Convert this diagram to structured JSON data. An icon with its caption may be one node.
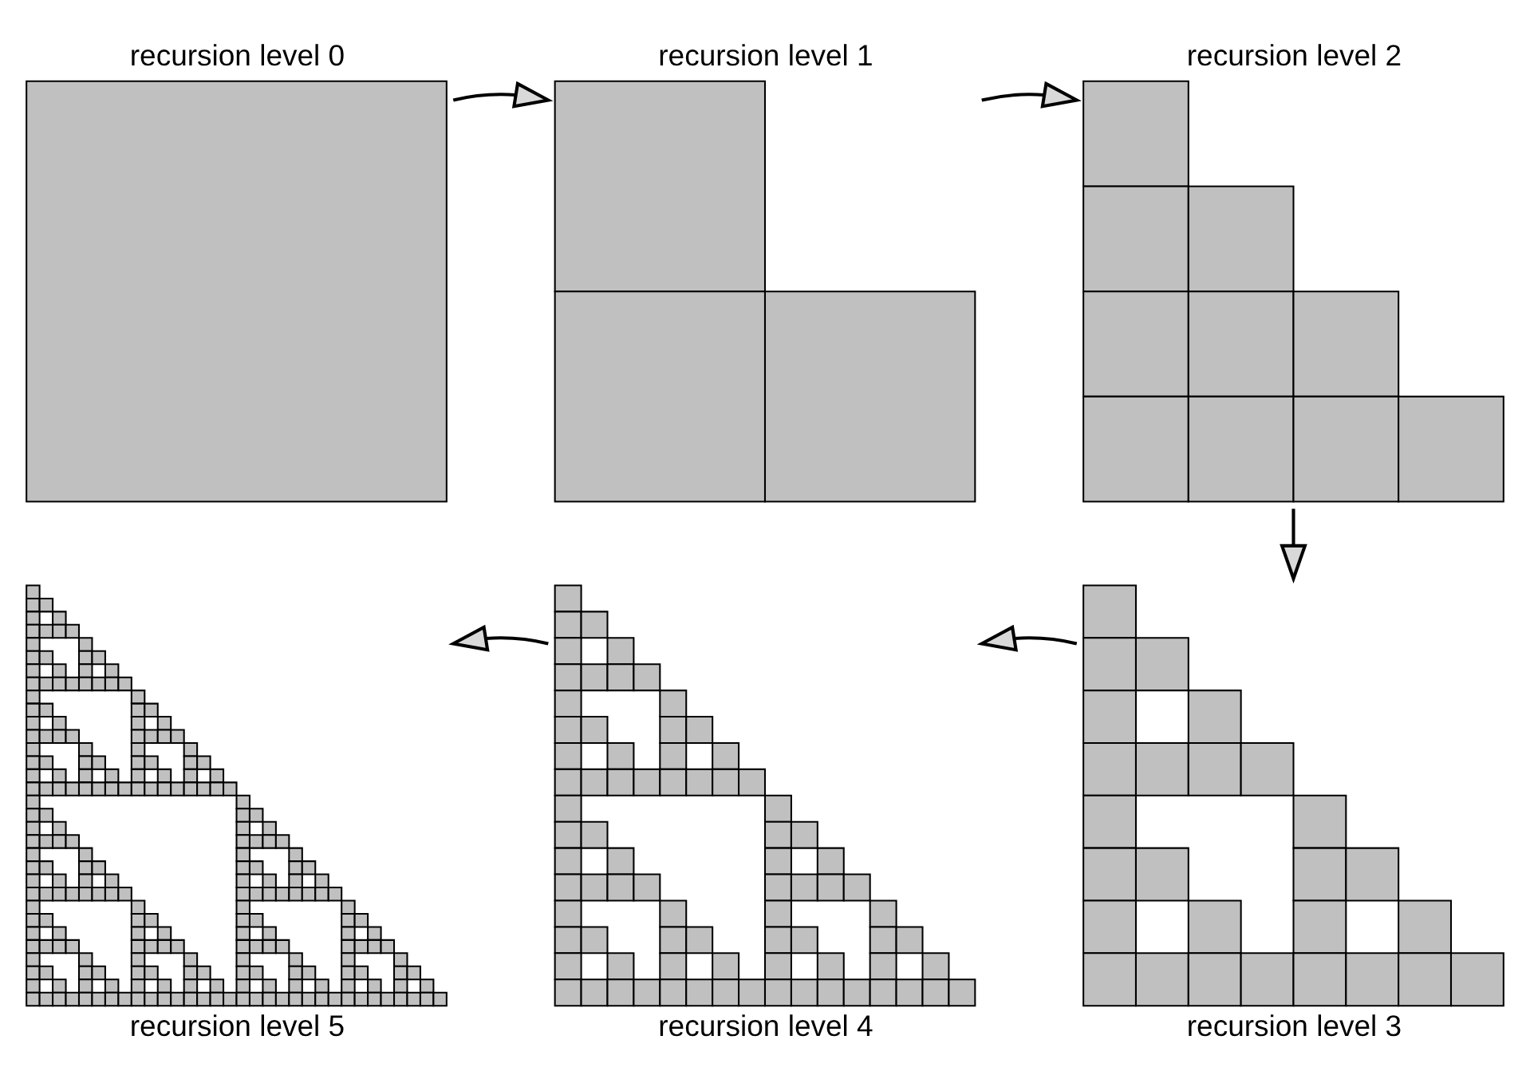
{
  "diagram": {
    "nodes": [
      {
        "text": [
          "recursion level 0"
        ]
      },
      {
        "text": [
          "recursion level 1"
        ]
      },
      {
        "text": [
          "recursion level 2"
        ]
      },
      {
        "text": [
          "recursion level 3"
        ]
      },
      {
        "text": [
          "recursion level 4"
        ]
      },
      {
        "text": [
          "recursion level 5"
        ]
      }
    ],
    "edges": [
      {
        "from": 0,
        "to": 1,
        "arrow": "to"
      },
      {
        "from": 1,
        "to": 2,
        "arrow": "to"
      },
      {
        "from": 2,
        "to": 3,
        "arrow": "to"
      },
      {
        "from": 3,
        "to": 4,
        "arrow": "to"
      },
      {
        "from": 4,
        "to": 5,
        "arrow": "to"
      }
    ]
  }
}
